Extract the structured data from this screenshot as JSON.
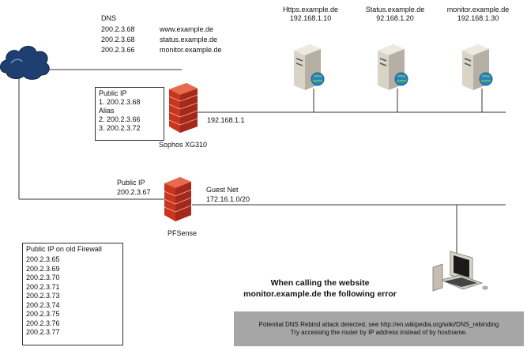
{
  "dns": {
    "title": "DNS",
    "records": [
      {
        "ip": "200.2.3.68",
        "host": "www.example.de"
      },
      {
        "ip": "200.2.3.68",
        "host": "status.example.de"
      },
      {
        "ip": "200.2.3.66",
        "host": "monitor.example.de"
      }
    ]
  },
  "servers": [
    {
      "name": "Https.example.de",
      "ip": "192.168.1.10"
    },
    {
      "name": "Status.example.de",
      "ip": "92.168.1.20"
    },
    {
      "name": "monitor.example.de",
      "ip": "192.168.1.30"
    }
  ],
  "sophos_box": {
    "lines": [
      "Public IP",
      "1. 200.2.3.68",
      "Alias",
      "2. 200.2.3.66",
      "3. 200.2.3.72"
    ]
  },
  "sophos": {
    "label": "Sophos XG310",
    "lan_ip": "192.168.1.1"
  },
  "pfsense": {
    "label": "PFSense",
    "public_ip_title": "Public IP",
    "public_ip": "200.2.3.67",
    "guest_title": "Guest Net",
    "guest_subnet": "172.16.1.0/20"
  },
  "old_firewall": {
    "title": "Public IP on old Firewall",
    "ips": [
      "200.2.3.65",
      "200.2.3.69",
      "200.2.3.70",
      "200.2.3.71",
      "200.2.3.73",
      "200.2.3.74",
      "200.2.3.75",
      "200.2.3.76",
      "200.2.3.77"
    ]
  },
  "callout": {
    "line1": "When calling the website",
    "line2": "monitor.example.de the following error"
  },
  "error": {
    "line1": "Potential DNS Rebind attack detected, see http://en.wikipedia.org/wiki/DNS_rebinding",
    "line2": "Try accessing the router by IP address instead of by hostname."
  },
  "colors": {
    "cloud": "#1f3f70",
    "firewall": "#d9412a",
    "server": "#d8d4c8",
    "globe": "#2f7fc8",
    "error_bg": "#a6a6a6"
  }
}
